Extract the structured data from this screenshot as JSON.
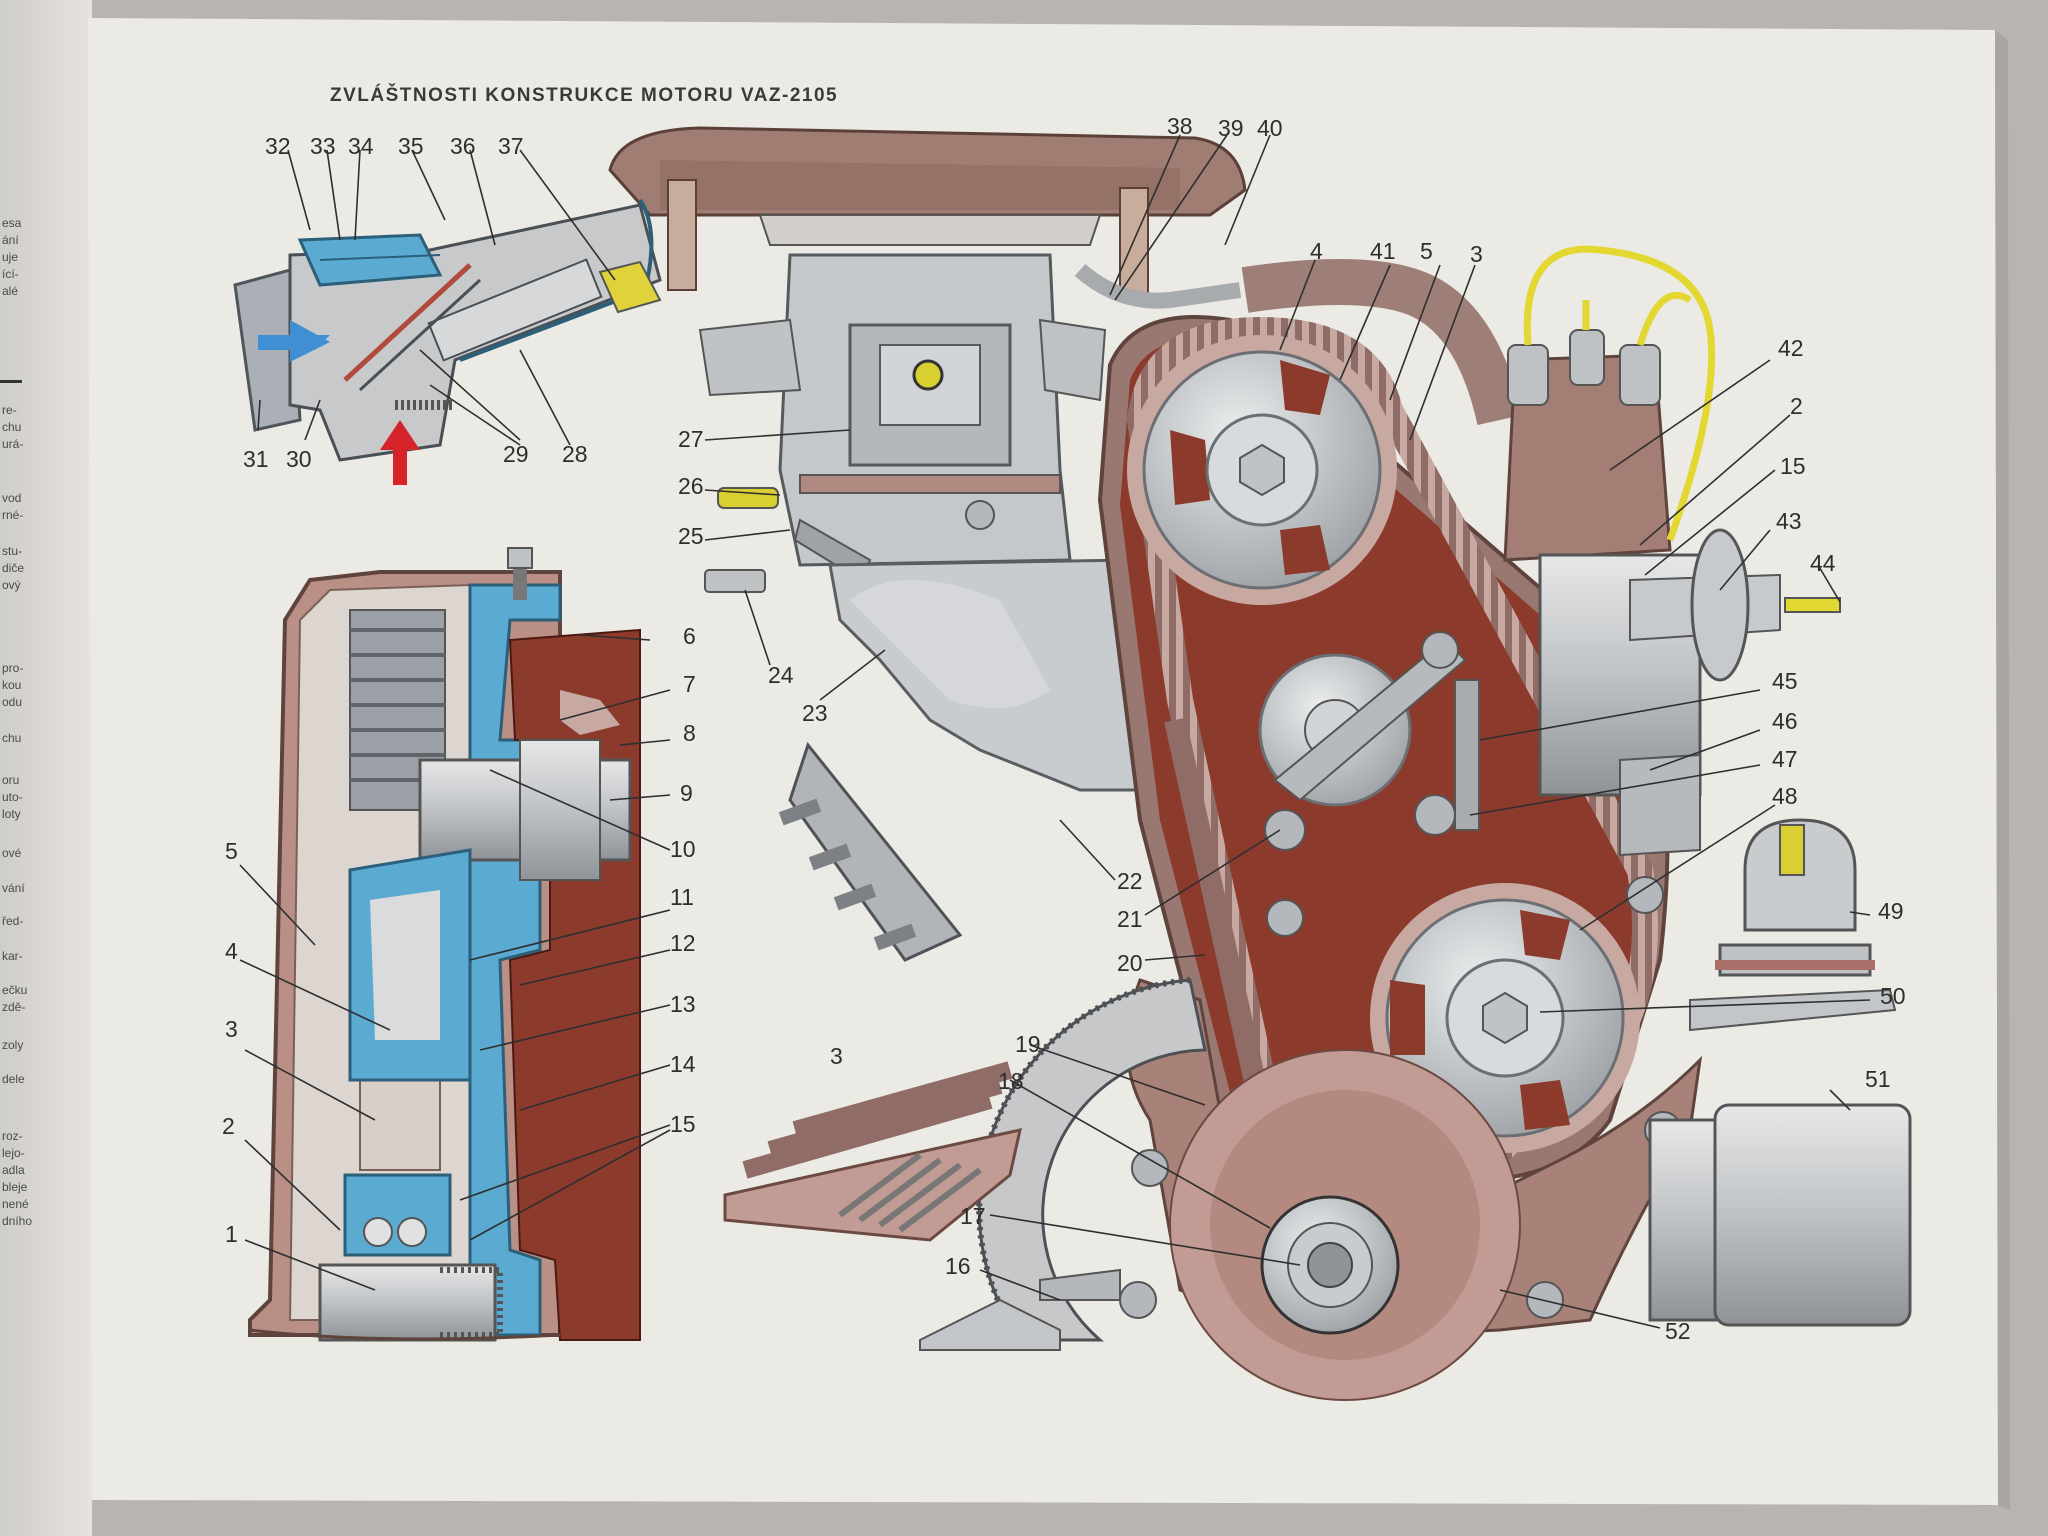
{
  "title": "ZVLÁŠTNOSTI KONSTRUKCE MOTORU VAZ-2105",
  "callouts": {
    "n1": "1",
    "n2": "2",
    "n3": "3",
    "n4": "4",
    "n5": "5",
    "n6": "6",
    "n7": "7",
    "n8": "8",
    "n9": "9",
    "n10": "10",
    "n11": "11",
    "n12": "12",
    "n13": "13",
    "n14": "14",
    "n15": "15",
    "n16": "16",
    "n17": "17",
    "n18": "18",
    "n19": "19",
    "n20": "20",
    "n21": "21",
    "n22": "22",
    "n23": "23",
    "n24": "24",
    "n25": "25",
    "n26": "26",
    "n27": "27",
    "n28": "28",
    "n29": "29",
    "n30": "30",
    "n31": "31",
    "n32": "32",
    "n33": "33",
    "n34": "34",
    "n35": "35",
    "n36": "36",
    "n37": "37",
    "n38": "38",
    "n39": "39",
    "n40": "40",
    "n41": "41",
    "n42": "42",
    "n43": "43",
    "n44": "44",
    "n45": "45",
    "n46": "46",
    "n47": "47",
    "n48": "48",
    "n49": "49",
    "n50": "50",
    "n51": "51",
    "n52": "52",
    "n2b": "2",
    "n3b": "3",
    "n3c": "3",
    "n4b": "4",
    "n5b": "5",
    "n15b": "15"
  },
  "margin_fragments": [
    "esa",
    "ání",
    "uje",
    "ící-",
    "alé",
    "re-",
    "chu",
    "urá-",
    "vod",
    "rné-",
    "stu-",
    "diče",
    "ový",
    "pro-",
    "kou",
    "odu",
    "chu",
    "oru",
    "uto-",
    "loty",
    "ové",
    "vání",
    "řed-",
    "kar-",
    "ečku",
    "zdě-",
    "zoly",
    "dele",
    "roz-",
    "lejo-",
    "adla",
    "bleje",
    "nené",
    "dního"
  ],
  "colors": {
    "page": "#edebe6",
    "belt": "#9a7872",
    "block": "#c7c9cb",
    "water_jacket": "#5aaad2",
    "cast_red": "#8c3a2c",
    "wire": "#e3d832",
    "air_arrow": "#3f8fd2",
    "red_arrow": "#d6232a"
  }
}
